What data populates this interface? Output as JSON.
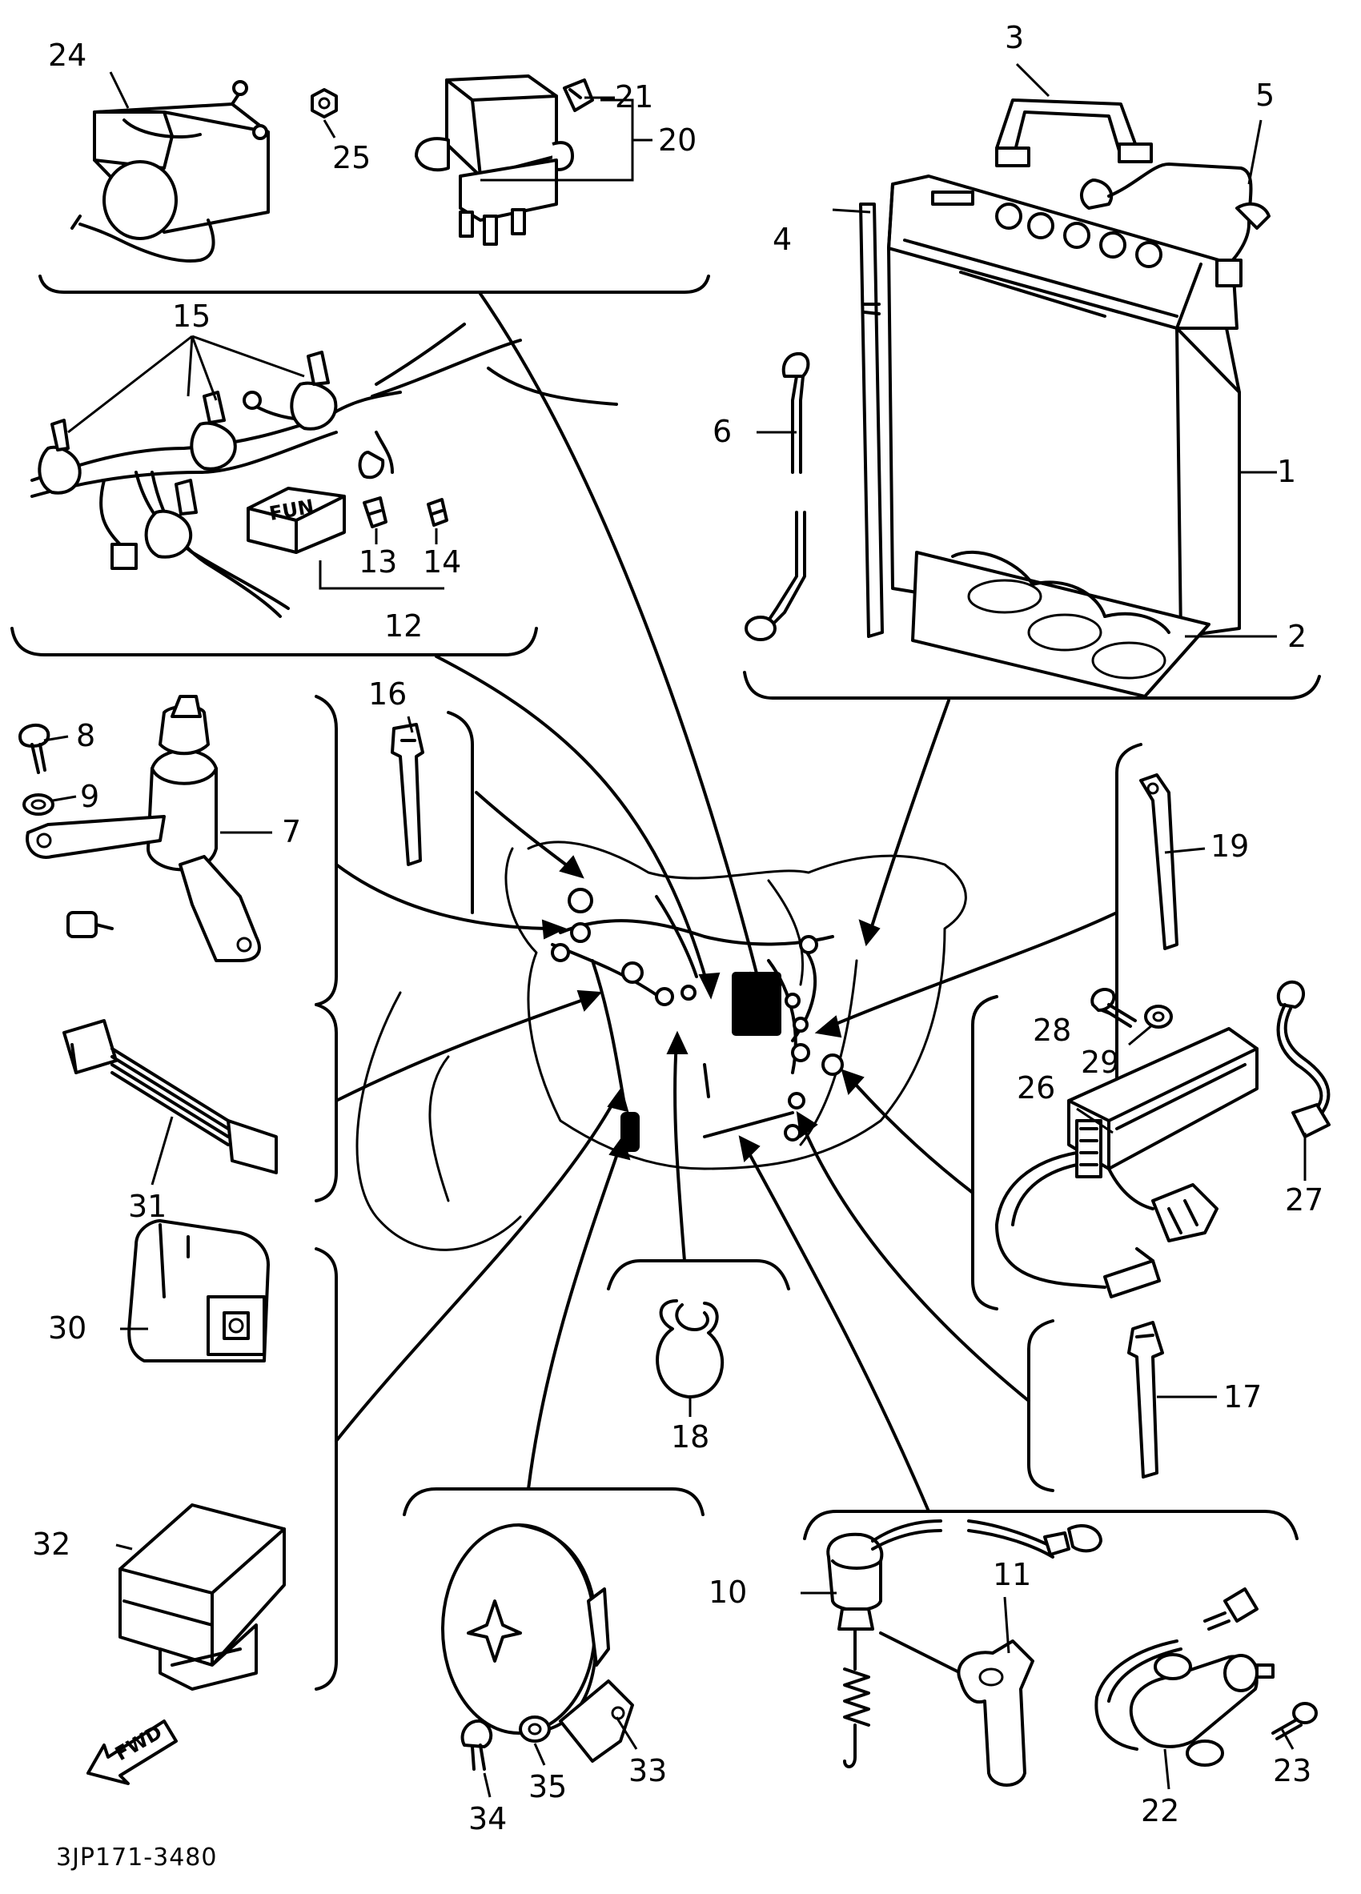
{
  "diagram": {
    "code": "3JP171-3480",
    "fwd_label": "FWD",
    "fuse_label": "FUN",
    "callouts": [
      "1",
      "2",
      "3",
      "4",
      "5",
      "6",
      "7",
      "8",
      "9",
      "10",
      "11",
      "12",
      "13",
      "14",
      "15",
      "16",
      "17",
      "18",
      "19",
      "20",
      "21",
      "22",
      "23",
      "24",
      "25",
      "26",
      "27",
      "28",
      "29",
      "30",
      "31",
      "32",
      "33",
      "34",
      "35"
    ]
  }
}
